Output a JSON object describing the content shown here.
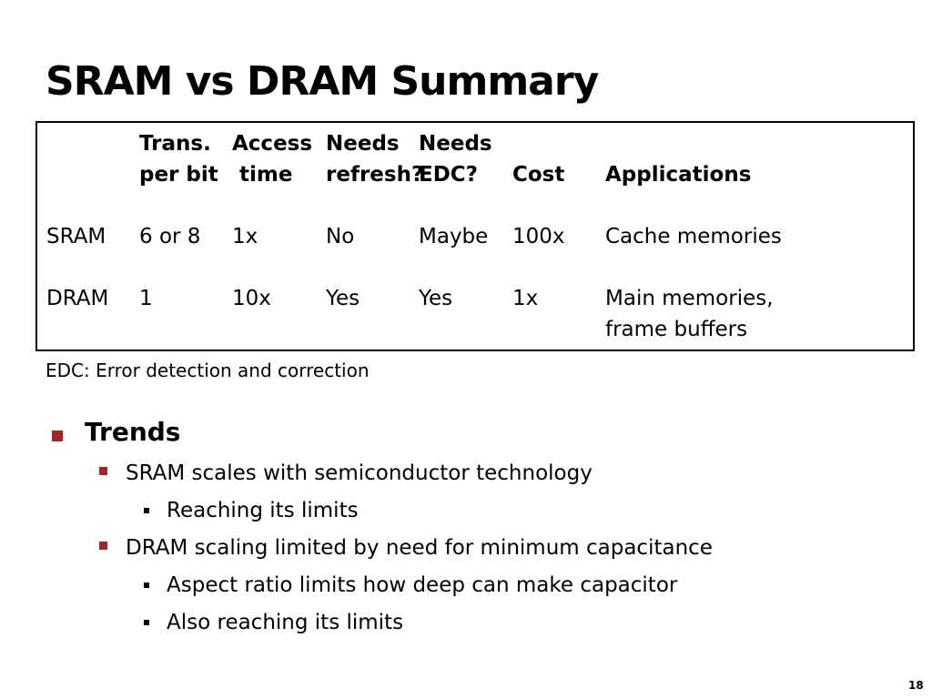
{
  "title": "SRAM vs DRAM Summary",
  "table": {
    "headers": [
      [
        "",
        ""
      ],
      [
        "Trans.",
        "per bit"
      ],
      [
        "Access",
        " time"
      ],
      [
        "Needs",
        "refresh?"
      ],
      [
        "Needs",
        "EDC?"
      ],
      [
        "",
        "Cost"
      ],
      [
        "",
        "Applications"
      ]
    ],
    "rows": [
      [
        "SRAM",
        "6 or 8",
        "1x",
        "No",
        "Maybe",
        "100x",
        "Cache memories"
      ],
      [
        "DRAM",
        "1",
        "10x",
        "Yes",
        "Yes",
        "1x",
        "Main memories,"
      ]
    ],
    "extra_line": "frame buffers"
  },
  "footnote": "EDC: Error detection and correction",
  "bullets": {
    "trends": "Trends",
    "b1": "SRAM scales with semiconductor technology",
    "b1a": "Reaching its limits",
    "b2": "DRAM scaling limited by need for minimum capacitance",
    "b2a": "Aspect ratio limits how deep can make capacitor",
    "b2b": "Also reaching its limits"
  },
  "page_number": "18",
  "colors": {
    "bullet_accent": "#a4232a"
  }
}
